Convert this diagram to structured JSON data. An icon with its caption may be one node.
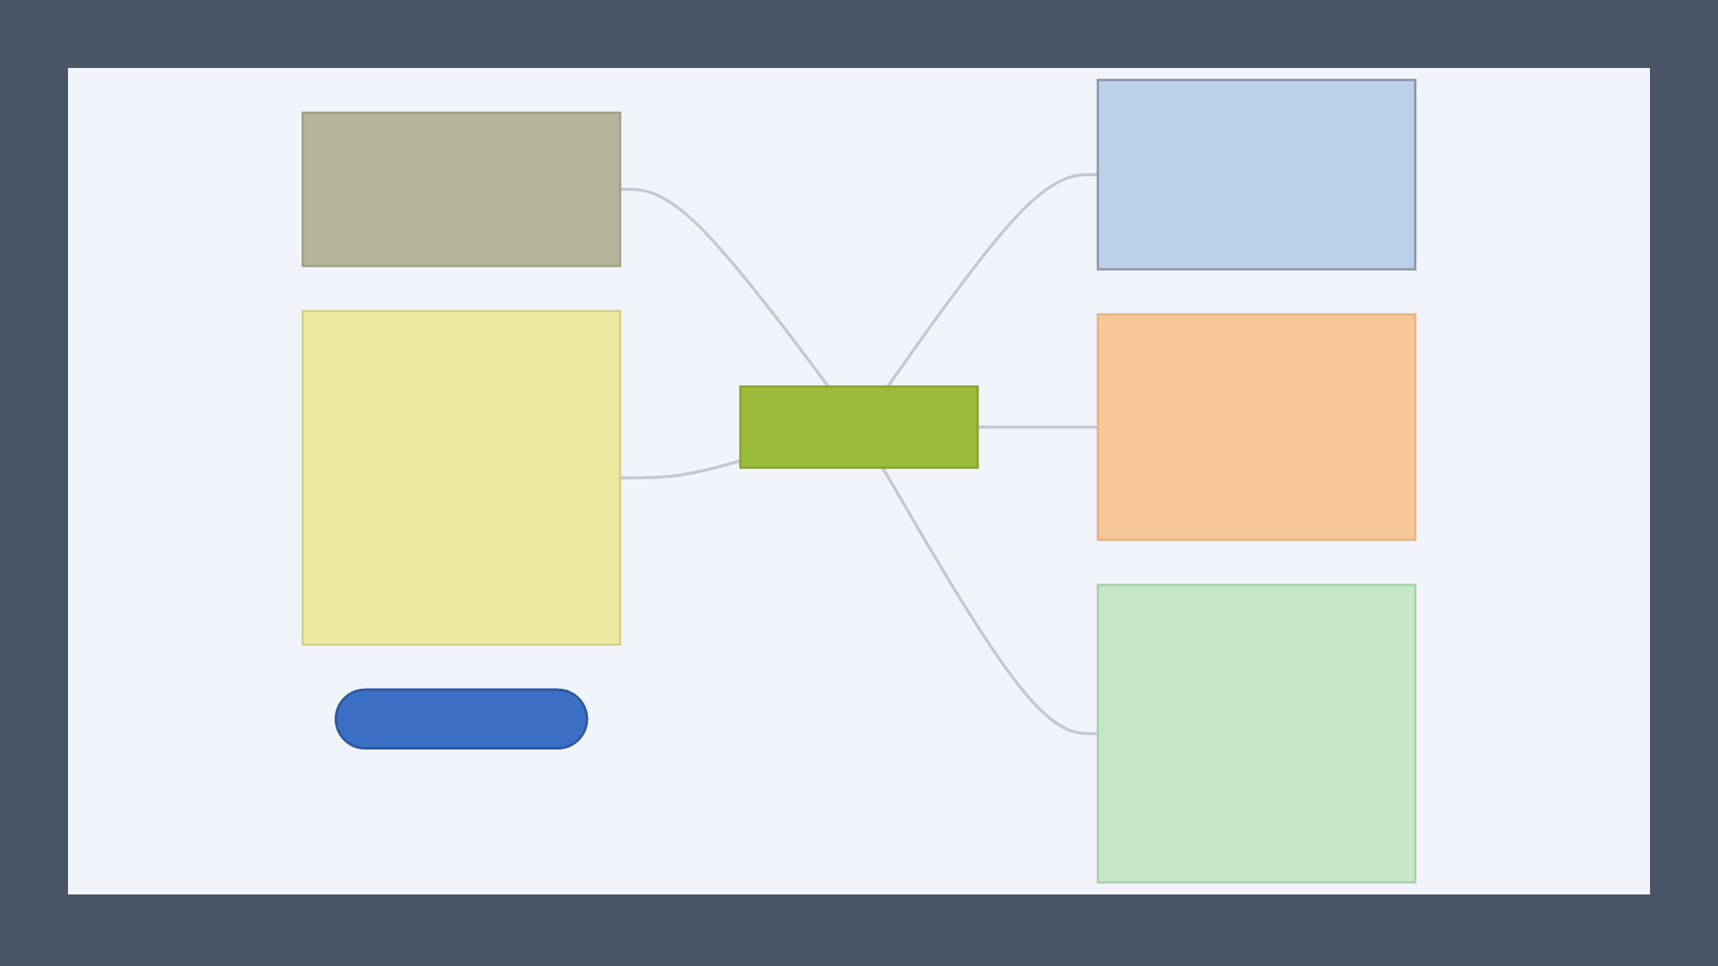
{
  "diagram": {
    "nodes": [
      {
        "text": [],
        "shape": "box"
      },
      {
        "text": [],
        "shape": "box"
      },
      {
        "text": [],
        "shape": "box"
      },
      {
        "text": [],
        "shape": "box"
      },
      {
        "text": [],
        "shape": "box"
      },
      {
        "text": [],
        "shape": "box"
      },
      {
        "text": [],
        "shape": "bar"
      }
    ],
    "edges": [
      {
        "from": 0,
        "to": 1,
        "arrow": "none"
      },
      {
        "from": 0,
        "to": 2,
        "arrow": "none"
      },
      {
        "from": 0,
        "to": 3,
        "arrow": "none"
      },
      {
        "from": 0,
        "to": 4,
        "arrow": "none"
      },
      {
        "from": 0,
        "to": 5,
        "arrow": "none"
      }
    ]
  }
}
